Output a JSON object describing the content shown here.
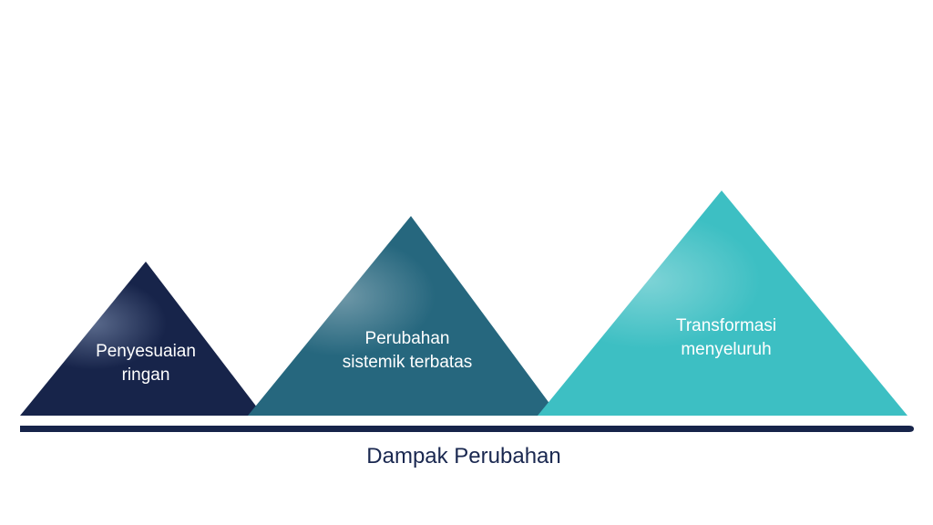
{
  "diagram": {
    "title": "Dampak Perubahan",
    "colors": {
      "navy": "#17244a",
      "teal_dark": "#26677e",
      "teal_light": "#3dbfc3",
      "axis": "#17244a",
      "label_text": "#ffffff",
      "axis_text": "#1a2850"
    },
    "triangles": [
      {
        "id": "penyesuaian-ringan",
        "line1": "Penyesuaian",
        "line2": "ringan",
        "color": "#17244a",
        "relative_height": 1
      },
      {
        "id": "perubahan-sistemik-terbatas",
        "line1": "Perubahan",
        "line2": "sistemik terbatas",
        "color": "#26677e",
        "relative_height": 2
      },
      {
        "id": "transformasi-menyeluruh",
        "line1": "Transformasi",
        "line2": "menyeluruh",
        "color": "#3dbfc3",
        "relative_height": 3
      }
    ],
    "axis_label": "Dampak Perubahan"
  }
}
